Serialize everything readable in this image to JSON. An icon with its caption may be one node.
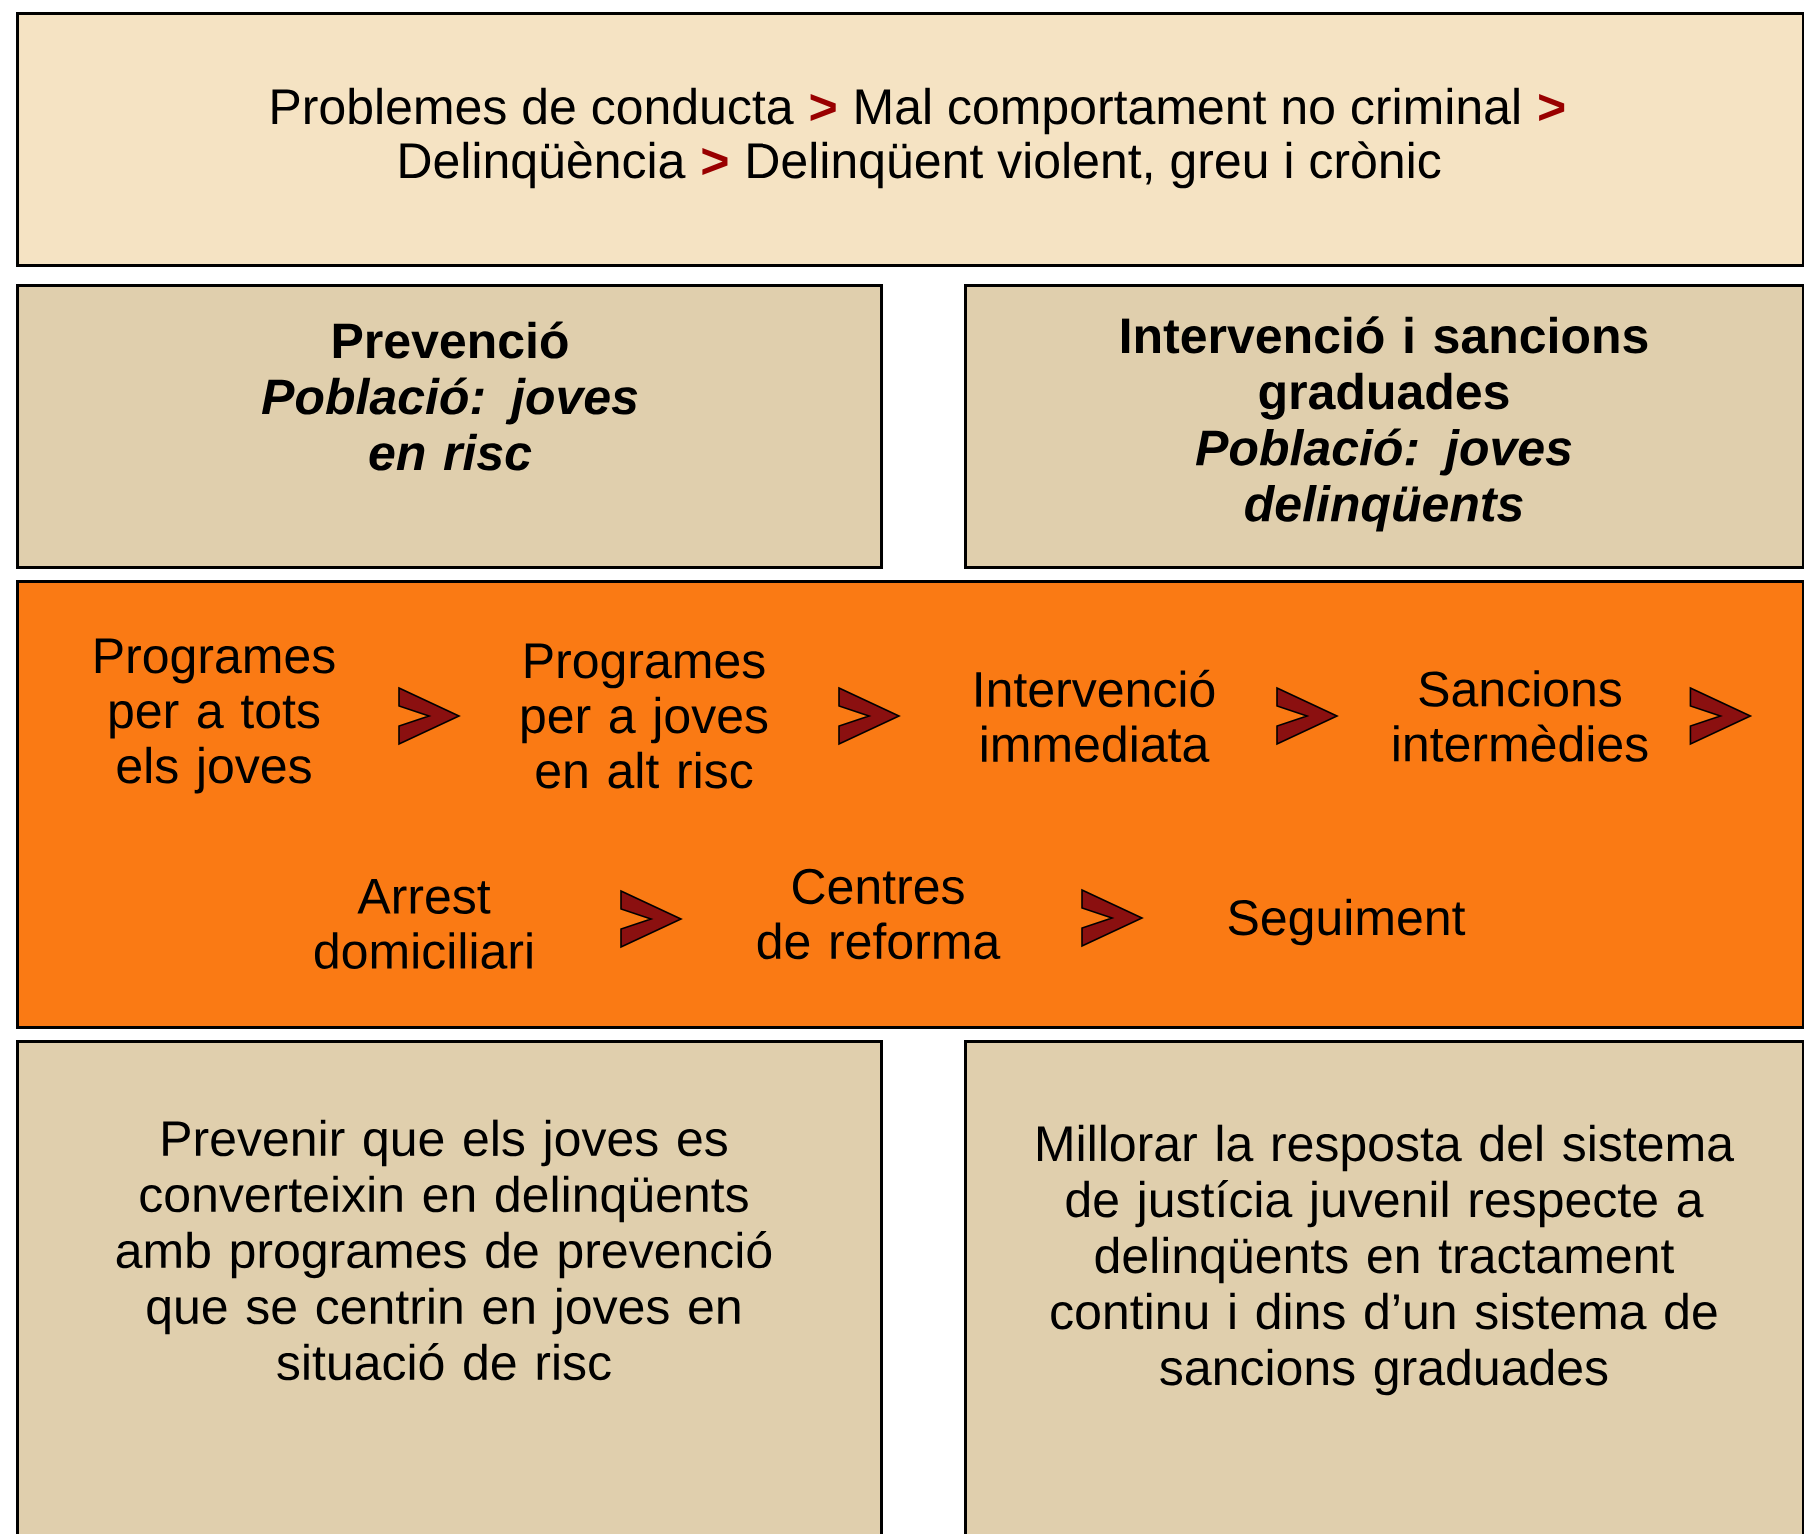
{
  "diagram": {
    "nodes": [
      {
        "text": [
          "Problemes de conducta",
          ">",
          "Mal comportament no criminal",
          ">",
          "Delinqüència",
          ">",
          "Delinqüent violent, greu i crònic"
        ]
      },
      {
        "text": [
          "Prevenció",
          "Població: joves en risc"
        ]
      },
      {
        "text": [
          "Intervenció i sancions graduades",
          "Població: joves delinqüents"
        ]
      },
      {
        "text": [],
        "shape": "box"
      },
      {
        "text": [
          "Programes per a tots els joves"
        ],
        "in": 3
      },
      {
        "text": [
          "Programes per a joves en alt risc"
        ],
        "in": 3
      },
      {
        "text": [
          "Intervenció immediata"
        ],
        "in": 3
      },
      {
        "text": [
          "Sancions intermèdies"
        ],
        "in": 3
      },
      {
        "text": [
          "Arrest domiciliari"
        ],
        "in": 3
      },
      {
        "text": [
          "Centres de reforma"
        ],
        "in": 3
      },
      {
        "text": [
          "Seguiment"
        ],
        "in": 3
      },
      {
        "text": [
          "Prevenir que els joves es converteixin en delinqüents amb programes de prevenció que se centrin en joves en situació de risc"
        ]
      },
      {
        "text": [
          "Millorar la resposta del sistema de justícia juvenil respecte a delinqüents en tractament continu i dins d’un sistema de sancions graduades"
        ]
      }
    ],
    "edges": [
      {
        "from": 4,
        "to": 5,
        "arrow": "to"
      },
      {
        "from": 5,
        "to": 6,
        "arrow": "to"
      },
      {
        "from": 6,
        "to": 7,
        "arrow": "to"
      },
      {
        "from": 7,
        "to": null,
        "arrow": "to"
      },
      {
        "from": 8,
        "to": 9,
        "arrow": "to"
      },
      {
        "from": 9,
        "to": 10,
        "arrow": "to"
      }
    ]
  }
}
